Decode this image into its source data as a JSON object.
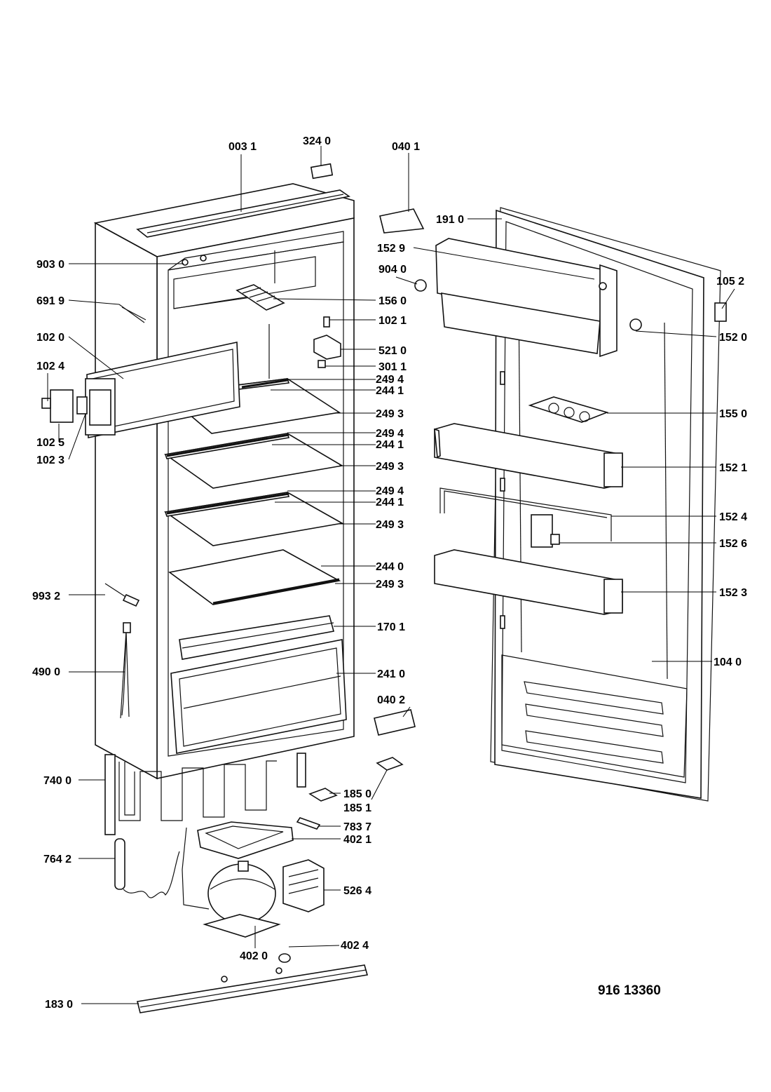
{
  "diagram_code": "916 13360",
  "labels": [
    {
      "text": "003 1"
    },
    {
      "text": "324 0"
    },
    {
      "text": "040 1"
    },
    {
      "text": "191 0"
    },
    {
      "text": "152 9"
    },
    {
      "text": "904 0"
    },
    {
      "text": "105 2"
    },
    {
      "text": "903 0"
    },
    {
      "text": "691 9"
    },
    {
      "text": "156 0"
    },
    {
      "text": "102 1"
    },
    {
      "text": "152 0"
    },
    {
      "text": "102 0"
    },
    {
      "text": "521 0"
    },
    {
      "text": "301 1"
    },
    {
      "text": "102 4"
    },
    {
      "text": "249 4"
    },
    {
      "text": "244 1"
    },
    {
      "text": "249 3"
    },
    {
      "text": "155 0"
    },
    {
      "text": "249 4"
    },
    {
      "text": "244 1"
    },
    {
      "text": "102 5"
    },
    {
      "text": "102 3"
    },
    {
      "text": "249 3"
    },
    {
      "text": "152 1"
    },
    {
      "text": "249 4"
    },
    {
      "text": "244 1"
    },
    {
      "text": "249 3"
    },
    {
      "text": "152 4"
    },
    {
      "text": "152 6"
    },
    {
      "text": "244 0"
    },
    {
      "text": "249 3"
    },
    {
      "text": "993 2"
    },
    {
      "text": "152 3"
    },
    {
      "text": "170 1"
    },
    {
      "text": "104 0"
    },
    {
      "text": "490 0"
    },
    {
      "text": "241 0"
    },
    {
      "text": "040 2"
    },
    {
      "text": "740 0"
    },
    {
      "text": "185 0"
    },
    {
      "text": "185 1"
    },
    {
      "text": "783 7"
    },
    {
      "text": "402 1"
    },
    {
      "text": "764 2"
    },
    {
      "text": "526 4"
    },
    {
      "text": "402 4"
    },
    {
      "text": "402 0"
    },
    {
      "text": "183 0"
    }
  ]
}
